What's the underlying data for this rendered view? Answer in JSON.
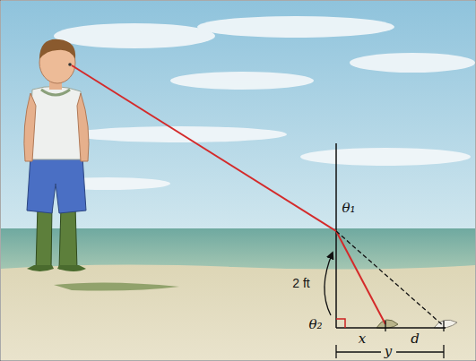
{
  "diagram": {
    "labels": [
      "θ₁",
      "2 ft",
      "θ₂",
      "x",
      "d",
      "y"
    ]
  }
}
